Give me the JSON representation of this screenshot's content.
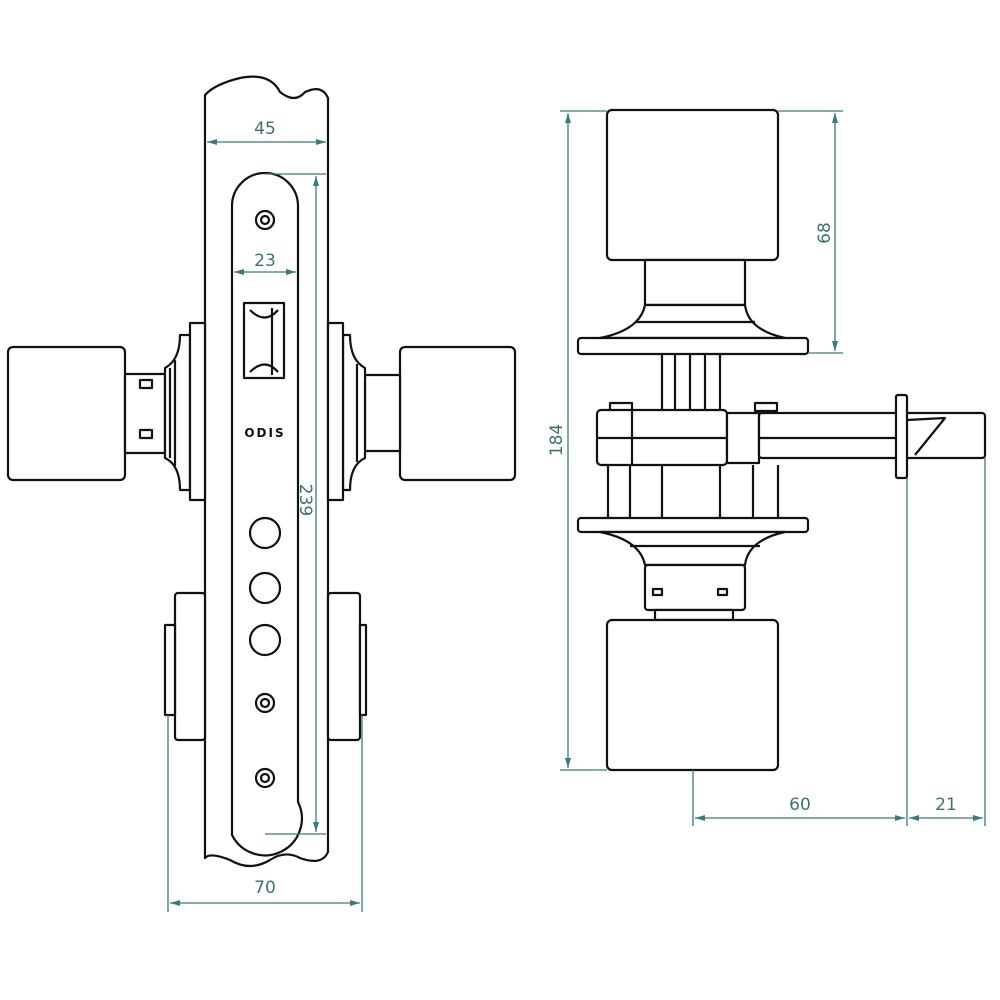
{
  "drawing": {
    "brand_mark": "ODIS",
    "dimensions": {
      "door_thickness": "45",
      "faceplate_width": "23",
      "faceplate_length": "239",
      "overall_depth": "70",
      "overall_height": "184",
      "knob_height": "68",
      "backset": "60",
      "latch_projection": "21"
    },
    "colors": {
      "line": "#111111",
      "dimension": "#3a7a7a"
    }
  }
}
